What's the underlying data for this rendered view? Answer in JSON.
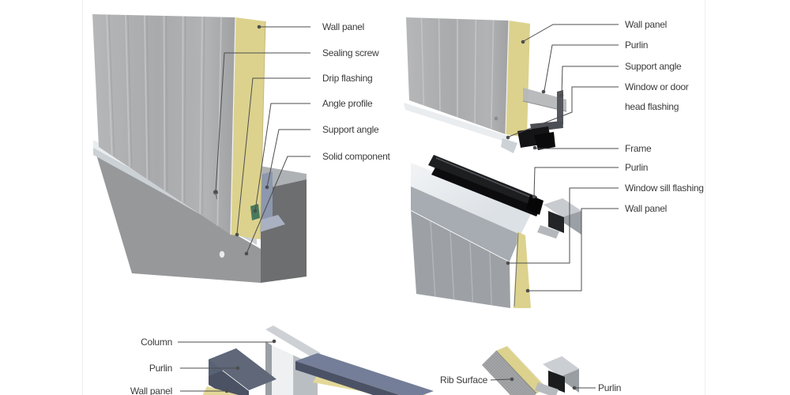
{
  "labels": {
    "base": [
      "Wall panel",
      "Sealing screw",
      "Drip flashing",
      "Angle profile",
      "Support angle",
      "Solid component"
    ],
    "window": [
      "Wall panel",
      "Purlin",
      "Support angle",
      "Window or door",
      "head flashing",
      "Frame",
      "Purlin",
      "Window sill flashing",
      "Wall panel"
    ],
    "corner": [
      "Column",
      "Purlin",
      "Wall panel"
    ],
    "rib": [
      "Rib Surface",
      "Purlin"
    ]
  },
  "colors": {
    "panel_gray": "#aaabad",
    "panel_rib_light": "#c8c9cb",
    "insulation_yellow": "#dcd28d",
    "flashing_white": "#eaedef",
    "concrete_front": "#97989a",
    "concrete_side": "#6d6e70",
    "concrete_top": "#aeb2b5",
    "support_angle_blue": "#8d97ad",
    "steel_dark": "#54575c",
    "frame_black": "#141416",
    "purlin_navy": "#5f6779",
    "purlin_navy_light": "#747e98",
    "column_light": "#eef0f1",
    "text": "#3b3b3c",
    "leader": "#4d4d4f"
  }
}
